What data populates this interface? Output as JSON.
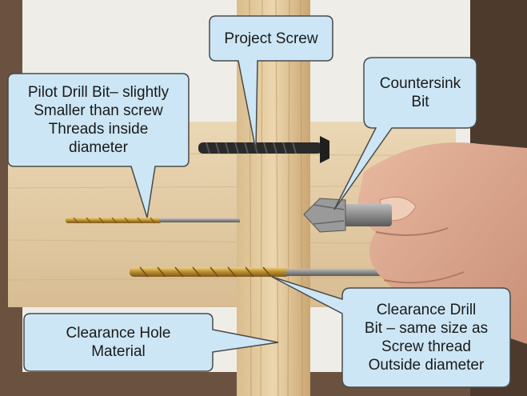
{
  "callouts": {
    "project_screw": "Project Screw",
    "countersink_bit": "Countersink\nBit",
    "pilot_drill_bit": "Pilot Drill Bit– slightly\nSmaller than screw\nThreads inside\ndiameter",
    "clearance_hole_material": "Clearance Hole\nMaterial",
    "clearance_drill_bit": "Clearance Drill\nBit – same size as\nScrew thread\nOutside diameter"
  },
  "colors": {
    "callout_fill": "#cce6f5",
    "callout_stroke": "#4a4a4a",
    "wood_light": "#e9d3ae",
    "wood_dark": "#c9a877",
    "backdrop_wood": "#6b5240",
    "paper": "#efede8"
  }
}
